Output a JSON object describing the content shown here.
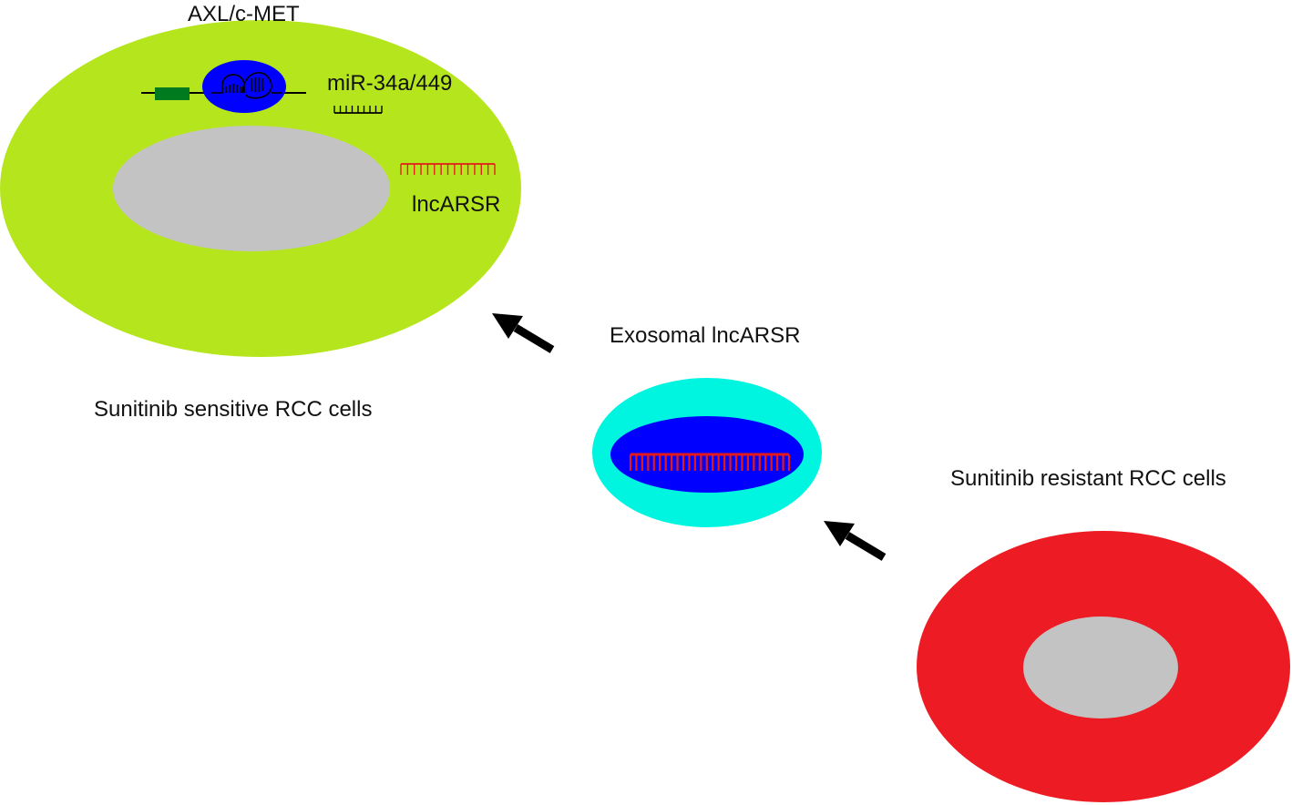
{
  "labels": {
    "gene": "AXL/c-MET",
    "mirna": "miR-34a/449",
    "lncrna": "lncARSR",
    "exosome": "Exosomal lncARSR",
    "sensitive_cells": "Sunitinib sensitive RCC cells",
    "resistant_cells": "Sunitinib resistant RCC cells"
  },
  "colors": {
    "sensitive_cell": "#b5e61d",
    "nucleus": "#c3c3c3",
    "resistant_cell": "#ed1c24",
    "exosome_outer": "#00f5e0",
    "exosome_inner": "#0000ff",
    "lncrna_strand": "#e31a1c",
    "gene_box": "#007a1f",
    "mirna_strand": "#000000",
    "arrow": "#000000"
  }
}
